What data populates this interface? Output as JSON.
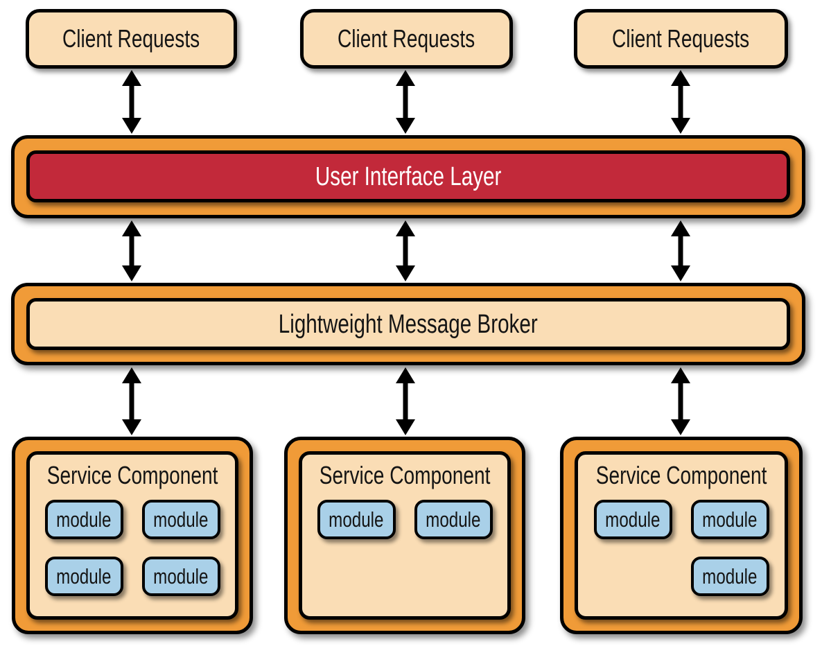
{
  "colors": {
    "box-fill": "#FADDB5",
    "ring": "#F09B38",
    "ui-fill": "#C2293A",
    "module-fill": "#A9D0E8",
    "border": "#000000",
    "text": "#141414",
    "ui-text": "#FFFFFF",
    "background": "#FFFFFF"
  },
  "clients": [
    {
      "label": "Client Requests"
    },
    {
      "label": "Client Requests"
    },
    {
      "label": "Client Requests"
    }
  ],
  "ui_layer": {
    "label": "User Interface Layer"
  },
  "broker": {
    "label": "Lightweight Message Broker"
  },
  "components": [
    {
      "title": "Service Component",
      "modules": [
        "module",
        "module",
        "module",
        "module"
      ]
    },
    {
      "title": "Service Component",
      "modules": [
        "module",
        "module"
      ]
    },
    {
      "title": "Service Component",
      "modules": [
        "module",
        "module",
        "module"
      ]
    }
  ],
  "arrows": {
    "style": "double-headed",
    "count": 9
  }
}
